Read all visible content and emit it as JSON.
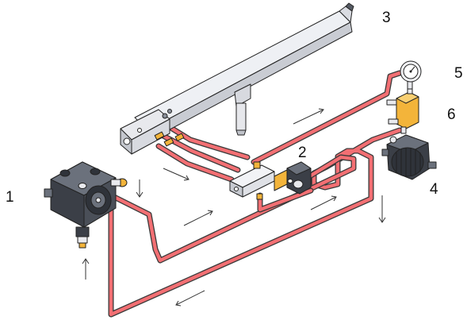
{
  "callouts": {
    "pump": "1",
    "solenoid_valve": "2",
    "nozzle_assembly": "3",
    "motor": "4",
    "pressure_gauge": "5",
    "heater": "6"
  },
  "colors": {
    "pipe": "#f26f73",
    "outline": "#222222",
    "steel_dark": "#3b3f47",
    "steel_mid": "#6b717c",
    "metal_light": "#e9eaee",
    "brass": "#f3b43a"
  }
}
